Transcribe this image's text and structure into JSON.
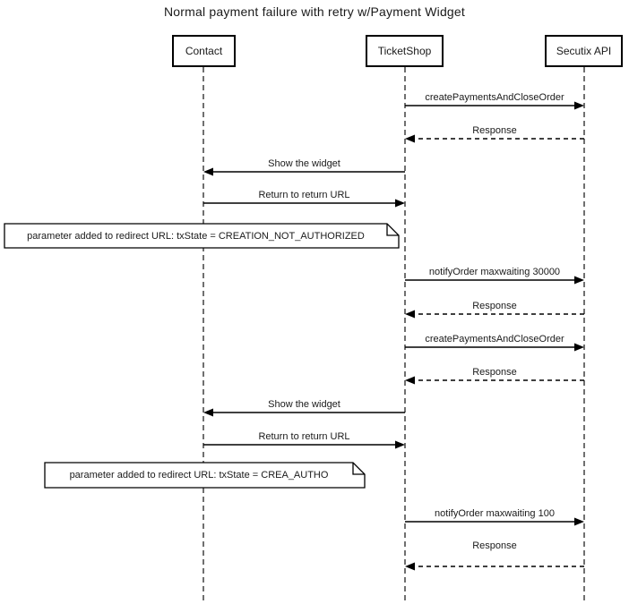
{
  "title": "Normal payment failure with retry w/Payment Widget",
  "actors": [
    {
      "label": "Contact"
    },
    {
      "label": "TicketShop"
    },
    {
      "label": "Secutix API"
    }
  ],
  "messages": [
    {
      "label": "createPaymentsAndCloseOrder",
      "from": "TicketShop",
      "to": "Secutix API",
      "line": "solid"
    },
    {
      "label": "Response",
      "from": "Secutix API",
      "to": "TicketShop",
      "line": "dashed"
    },
    {
      "label": "Show the widget",
      "from": "TicketShop",
      "to": "Contact",
      "line": "solid"
    },
    {
      "label": "Return to return URL",
      "from": "Contact",
      "to": "TicketShop",
      "line": "solid"
    },
    {
      "label": "notifyOrder maxwaiting 30000",
      "from": "TicketShop",
      "to": "Secutix API",
      "line": "solid"
    },
    {
      "label": "Response",
      "from": "Secutix API",
      "to": "TicketShop",
      "line": "dashed"
    },
    {
      "label": "createPaymentsAndCloseOrder",
      "from": "TicketShop",
      "to": "Secutix API",
      "line": "solid"
    },
    {
      "label": "Response",
      "from": "Secutix API",
      "to": "TicketShop",
      "line": "dashed"
    },
    {
      "label": "Show the widget",
      "from": "TicketShop",
      "to": "Contact",
      "line": "solid"
    },
    {
      "label": "Return to return URL",
      "from": "Contact",
      "to": "TicketShop",
      "line": "solid"
    },
    {
      "label": "notifyOrder maxwaiting 100",
      "from": "TicketShop",
      "to": "Secutix API",
      "line": "solid"
    },
    {
      "label": "Response",
      "from": "Secutix API",
      "to": "TicketShop",
      "line": "dashed"
    }
  ],
  "notes": [
    {
      "text": "parameter added to redirect URL: txState = CREATION_NOT_AUTHORIZED"
    },
    {
      "text": "parameter added to redirect URL: txState = CREA_AUTHO"
    }
  ],
  "colors": {
    "stroke": "#000000",
    "background": "#ffffff",
    "text": "#1a1a1a"
  }
}
